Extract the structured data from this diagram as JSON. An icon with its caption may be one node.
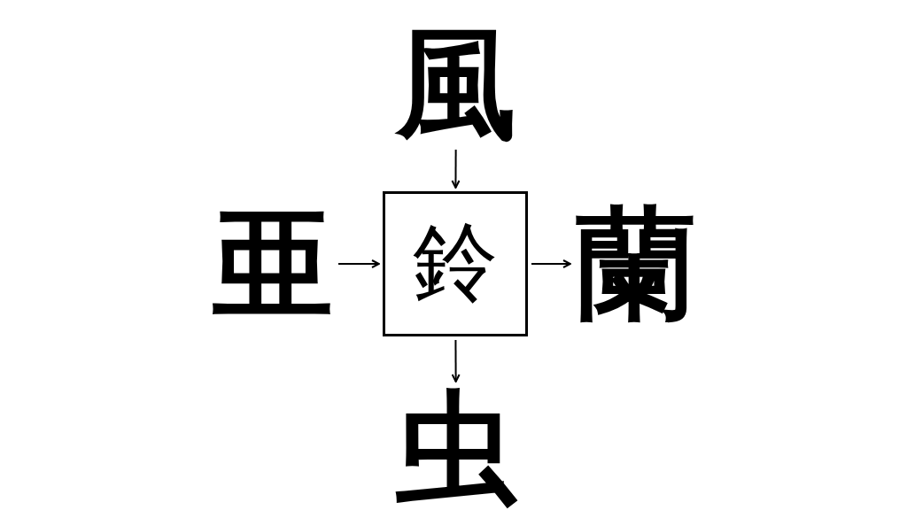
{
  "diagram": {
    "nodes": [
      {
        "text": [
          "風"
        ]
      },
      {
        "text": [
          "亜"
        ]
      },
      {
        "text": [
          "鈴"
        ]
      },
      {
        "text": [
          "蘭"
        ]
      },
      {
        "text": [
          "虫"
        ]
      }
    ],
    "edges": [
      {
        "from": 0,
        "to": 2,
        "arrow": "to"
      },
      {
        "from": 1,
        "to": 2,
        "arrow": "to"
      },
      {
        "from": 2,
        "to": 3,
        "arrow": "to"
      },
      {
        "from": 2,
        "to": 4,
        "arrow": "to"
      }
    ]
  }
}
